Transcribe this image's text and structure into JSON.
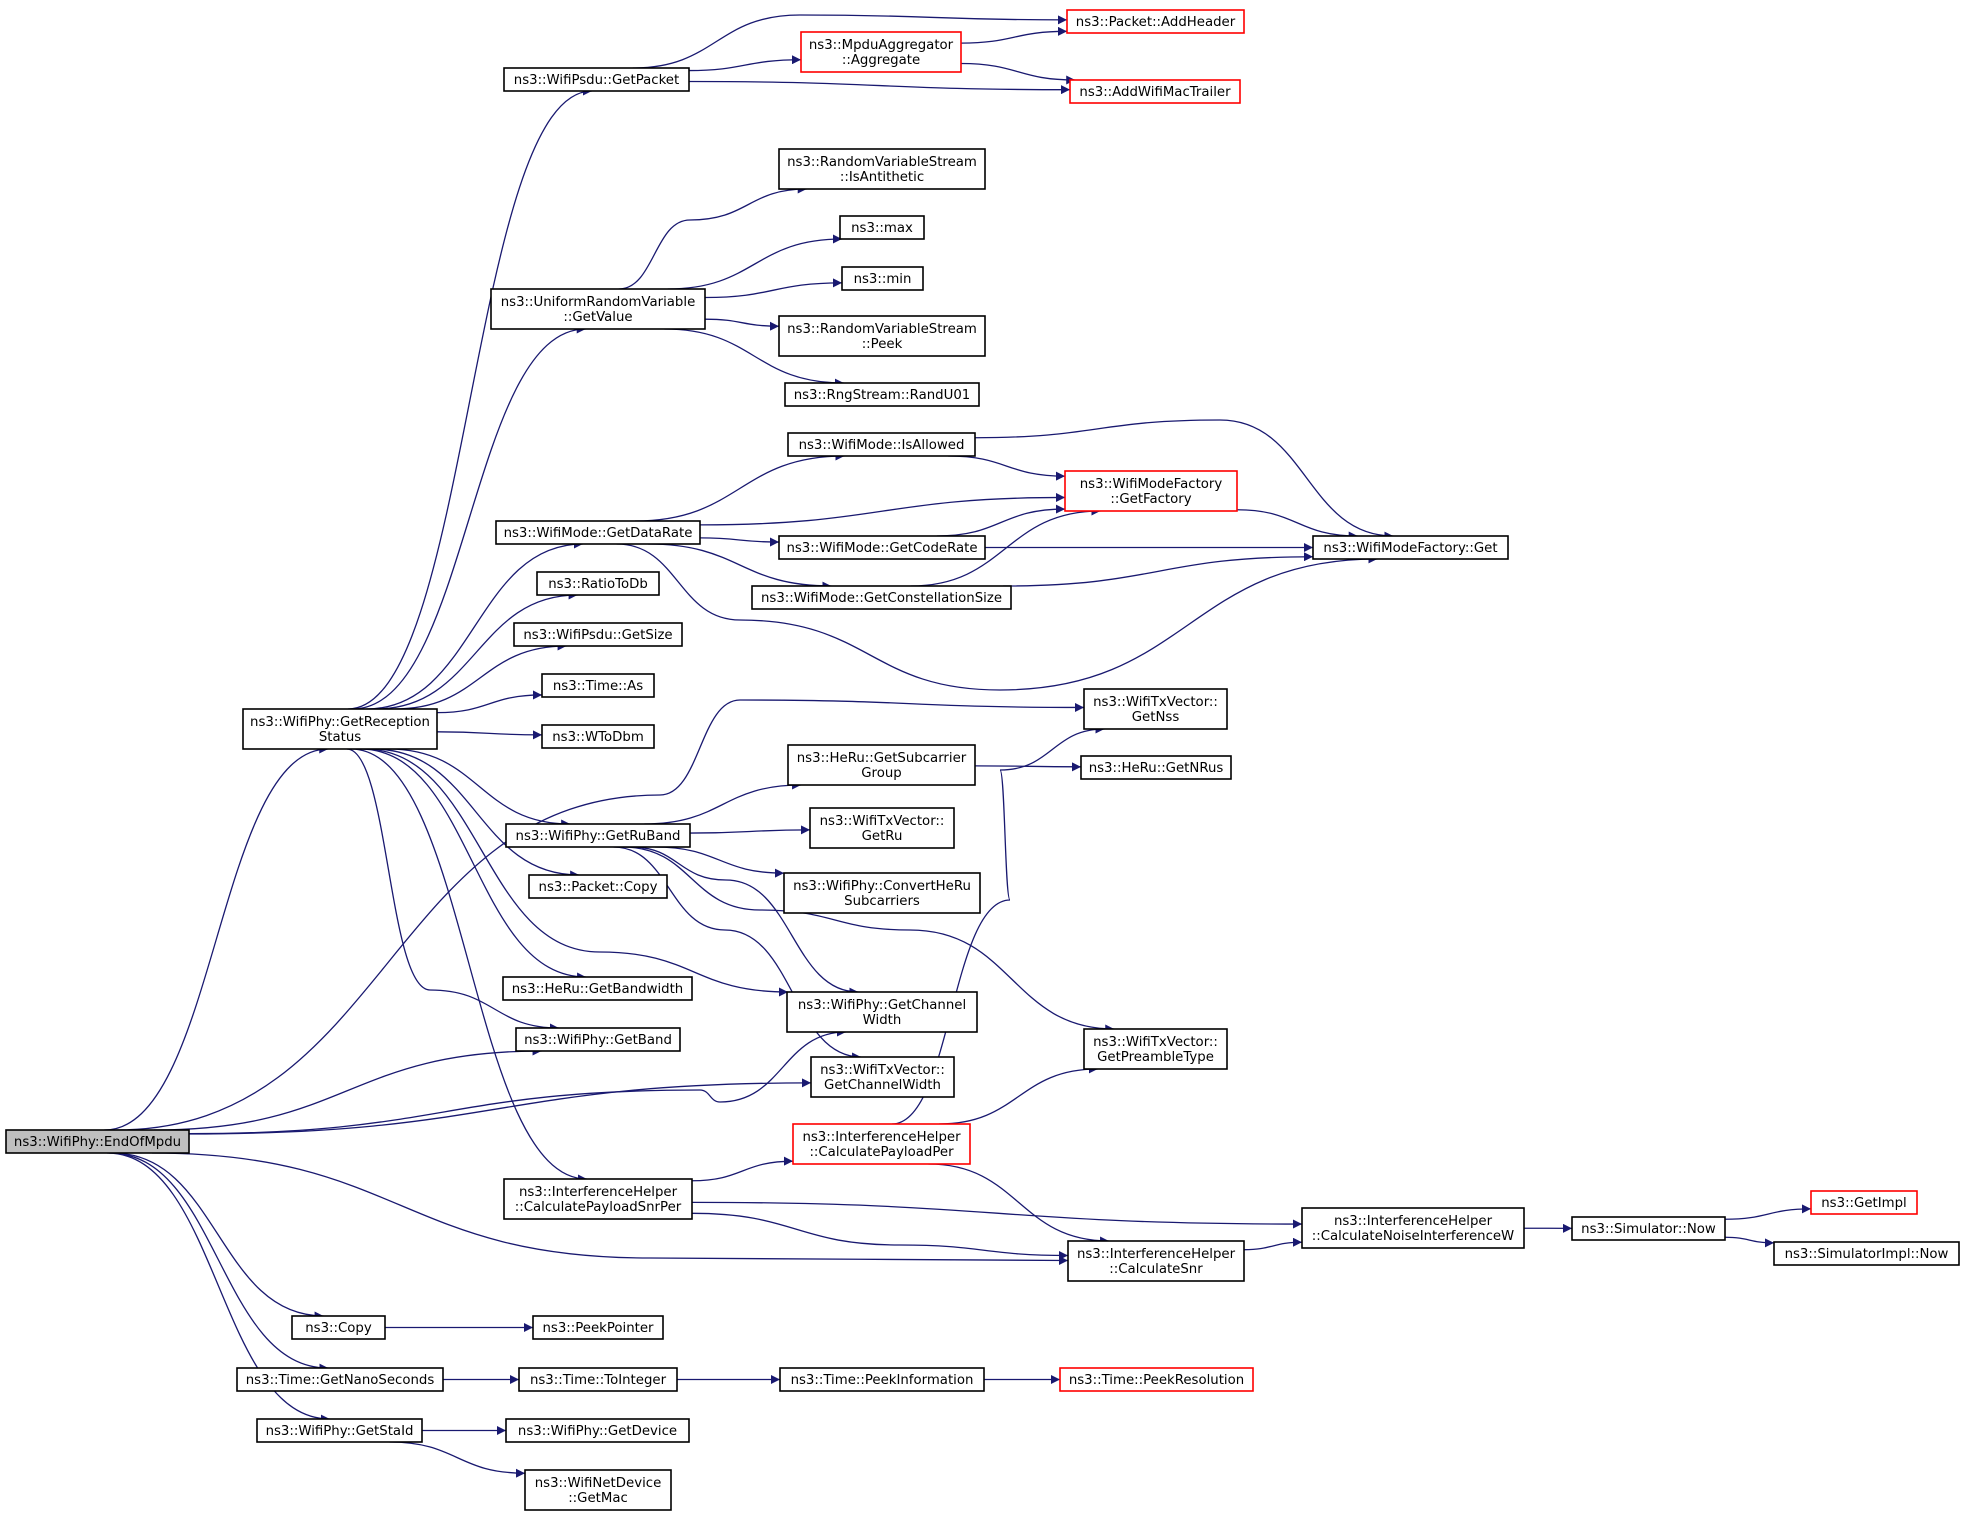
{
  "graph": {
    "colors": {
      "edge": "#191970",
      "root_fill": "#bfbfbf",
      "node_fill": "#ffffff",
      "node_border": "#000000",
      "truncated_border": "#ff0000"
    },
    "nodes": [
      {
        "id": "root",
        "lines": [
          "ns3::WifiPhy::EndOfMpdu"
        ],
        "style": "root"
      },
      {
        "id": "getRx",
        "lines": [
          "ns3::WifiPhy::GetReception",
          "Status"
        ],
        "style": "normal"
      },
      {
        "id": "copy",
        "lines": [
          "ns3::Copy"
        ],
        "style": "normal"
      },
      {
        "id": "getNano",
        "lines": [
          "ns3::Time::GetNanoSeconds"
        ],
        "style": "normal"
      },
      {
        "id": "getStaId",
        "lines": [
          "ns3::WifiPhy::GetStaId"
        ],
        "style": "normal"
      },
      {
        "id": "psduGetPacket",
        "lines": [
          "ns3::WifiPsdu::GetPacket"
        ],
        "style": "normal"
      },
      {
        "id": "uniGetValue",
        "lines": [
          "ns3::UniformRandomVariable",
          "::GetValue"
        ],
        "style": "normal"
      },
      {
        "id": "modeGetDataRate",
        "lines": [
          "ns3::WifiMode::GetDataRate"
        ],
        "style": "normal"
      },
      {
        "id": "ratioToDb",
        "lines": [
          "ns3::RatioToDb"
        ],
        "style": "normal"
      },
      {
        "id": "psduGetSize",
        "lines": [
          "ns3::WifiPsdu::GetSize"
        ],
        "style": "normal"
      },
      {
        "id": "timeAs",
        "lines": [
          "ns3::Time::As"
        ],
        "style": "normal"
      },
      {
        "id": "wToDbm",
        "lines": [
          "ns3::WToDbm"
        ],
        "style": "normal"
      },
      {
        "id": "getRuBand",
        "lines": [
          "ns3::WifiPhy::GetRuBand"
        ],
        "style": "normal"
      },
      {
        "id": "packetCopy",
        "lines": [
          "ns3::Packet::Copy"
        ],
        "style": "normal"
      },
      {
        "id": "heRuGetBandwidth",
        "lines": [
          "ns3::HeRu::GetBandwidth"
        ],
        "style": "normal"
      },
      {
        "id": "phyGetBand",
        "lines": [
          "ns3::WifiPhy::GetBand"
        ],
        "style": "normal"
      },
      {
        "id": "ihCalcPayloadSnrPer",
        "lines": [
          "ns3::InterferenceHelper",
          "::CalculatePayloadSnrPer"
        ],
        "style": "normal"
      },
      {
        "id": "peekPointer",
        "lines": [
          "ns3::PeekPointer"
        ],
        "style": "normal"
      },
      {
        "id": "toInteger",
        "lines": [
          "ns3::Time::ToInteger"
        ],
        "style": "normal"
      },
      {
        "id": "phyGetDevice",
        "lines": [
          "ns3::WifiPhy::GetDevice"
        ],
        "style": "normal"
      },
      {
        "id": "netDevGetMac",
        "lines": [
          "ns3::WifiNetDevice",
          "::GetMac"
        ],
        "style": "normal"
      },
      {
        "id": "mpduAggregate",
        "lines": [
          "ns3::MpduAggregator",
          "::Aggregate"
        ],
        "style": "truncated"
      },
      {
        "id": "addHeader",
        "lines": [
          "ns3::Packet::AddHeader"
        ],
        "style": "truncated"
      },
      {
        "id": "addTrailer",
        "lines": [
          "ns3::AddWifiMacTrailer"
        ],
        "style": "truncated"
      },
      {
        "id": "rvsIsAnti",
        "lines": [
          "ns3::RandomVariableStream",
          "::IsAntithetic"
        ],
        "style": "normal"
      },
      {
        "id": "max",
        "lines": [
          "ns3::max"
        ],
        "style": "normal"
      },
      {
        "id": "min",
        "lines": [
          "ns3::min"
        ],
        "style": "normal"
      },
      {
        "id": "rvsPeek",
        "lines": [
          "ns3::RandomVariableStream",
          "::Peek"
        ],
        "style": "normal"
      },
      {
        "id": "randU01",
        "lines": [
          "ns3::RngStream::RandU01"
        ],
        "style": "normal"
      },
      {
        "id": "modeIsAllowed",
        "lines": [
          "ns3::WifiMode::IsAllowed"
        ],
        "style": "normal"
      },
      {
        "id": "modeGetCodeRate",
        "lines": [
          "ns3::WifiMode::GetCodeRate"
        ],
        "style": "normal"
      },
      {
        "id": "modeGetConst",
        "lines": [
          "ns3::WifiMode::GetConstellationSize"
        ],
        "style": "normal"
      },
      {
        "id": "heRuGetSubGroup",
        "lines": [
          "ns3::HeRu::GetSubcarrier",
          "Group"
        ],
        "style": "normal"
      },
      {
        "id": "txGetRu",
        "lines": [
          "ns3::WifiTxVector::",
          "GetRu"
        ],
        "style": "normal"
      },
      {
        "id": "convertHeRu",
        "lines": [
          "ns3::WifiPhy::ConvertHeRu",
          "Subcarriers"
        ],
        "style": "normal"
      },
      {
        "id": "phyGetChWidth",
        "lines": [
          "ns3::WifiPhy::GetChannel",
          "Width"
        ],
        "style": "normal"
      },
      {
        "id": "txGetChWidth",
        "lines": [
          "ns3::WifiTxVector::",
          "GetChannelWidth"
        ],
        "style": "normal"
      },
      {
        "id": "ihCalcPayloadPer",
        "lines": [
          "ns3::InterferenceHelper",
          "::CalculatePayloadPer"
        ],
        "style": "truncated"
      },
      {
        "id": "peekInfo",
        "lines": [
          "ns3::Time::PeekInformation"
        ],
        "style": "normal"
      },
      {
        "id": "factoryGetFactory",
        "lines": [
          "ns3::WifiModeFactory",
          "::GetFactory"
        ],
        "style": "truncated"
      },
      {
        "id": "txGetNss",
        "lines": [
          "ns3::WifiTxVector::",
          "GetNss"
        ],
        "style": "normal"
      },
      {
        "id": "heRuGetNRus",
        "lines": [
          "ns3::HeRu::GetNRus"
        ],
        "style": "normal"
      },
      {
        "id": "txGetPreamble",
        "lines": [
          "ns3::WifiTxVector::",
          "GetPreambleType"
        ],
        "style": "normal"
      },
      {
        "id": "ihCalcSnr",
        "lines": [
          "ns3::InterferenceHelper",
          "::CalculateSnr"
        ],
        "style": "normal"
      },
      {
        "id": "peekResolution",
        "lines": [
          "ns3::Time::PeekResolution"
        ],
        "style": "truncated"
      },
      {
        "id": "factoryGet",
        "lines": [
          "ns3::WifiModeFactory::Get"
        ],
        "style": "normal"
      },
      {
        "id": "ihCalcNoise",
        "lines": [
          "ns3::InterferenceHelper",
          "::CalculateNoiseInterferenceW"
        ],
        "style": "normal"
      },
      {
        "id": "simNow",
        "lines": [
          "ns3::Simulator::Now"
        ],
        "style": "normal"
      },
      {
        "id": "getImpl",
        "lines": [
          "ns3::GetImpl"
        ],
        "style": "truncated"
      },
      {
        "id": "simImplNow",
        "lines": [
          "ns3::SimulatorImpl::Now"
        ],
        "style": "normal"
      }
    ],
    "edges": [
      [
        "root",
        "getRx"
      ],
      [
        "root",
        "copy"
      ],
      [
        "root",
        "getNano"
      ],
      [
        "root",
        "getStaId"
      ],
      [
        "root",
        "phyGetBand"
      ],
      [
        "root",
        "phyGetChWidth"
      ],
      [
        "root",
        "txGetChWidth"
      ],
      [
        "root",
        "txGetNss"
      ],
      [
        "root",
        "ihCalcSnr"
      ],
      [
        "getRx",
        "psduGetPacket"
      ],
      [
        "getRx",
        "uniGetValue"
      ],
      [
        "getRx",
        "modeGetDataRate"
      ],
      [
        "getRx",
        "ratioToDb"
      ],
      [
        "getRx",
        "psduGetSize"
      ],
      [
        "getRx",
        "timeAs"
      ],
      [
        "getRx",
        "wToDbm"
      ],
      [
        "getRx",
        "getRuBand"
      ],
      [
        "getRx",
        "packetCopy"
      ],
      [
        "getRx",
        "heRuGetBandwidth"
      ],
      [
        "getRx",
        "phyGetBand"
      ],
      [
        "getRx",
        "phyGetChWidth"
      ],
      [
        "getRx",
        "ihCalcPayloadSnrPer"
      ],
      [
        "psduGetPacket",
        "addHeader"
      ],
      [
        "psduGetPacket",
        "mpduAggregate"
      ],
      [
        "psduGetPacket",
        "addTrailer"
      ],
      [
        "mpduAggregate",
        "addHeader"
      ],
      [
        "mpduAggregate",
        "addTrailer"
      ],
      [
        "uniGetValue",
        "rvsIsAnti"
      ],
      [
        "uniGetValue",
        "max"
      ],
      [
        "uniGetValue",
        "min"
      ],
      [
        "uniGetValue",
        "rvsPeek"
      ],
      [
        "uniGetValue",
        "randU01"
      ],
      [
        "modeGetDataRate",
        "modeIsAllowed"
      ],
      [
        "modeGetDataRate",
        "factoryGetFactory"
      ],
      [
        "modeGetDataRate",
        "modeGetCodeRate"
      ],
      [
        "modeGetDataRate",
        "modeGetConst"
      ],
      [
        "modeGetDataRate",
        "factoryGet"
      ],
      [
        "modeIsAllowed",
        "factoryGetFactory"
      ],
      [
        "modeIsAllowed",
        "factoryGet"
      ],
      [
        "modeGetCodeRate",
        "factoryGetFactory"
      ],
      [
        "modeGetCodeRate",
        "factoryGet"
      ],
      [
        "modeGetConst",
        "factoryGetFactory"
      ],
      [
        "modeGetConst",
        "factoryGet"
      ],
      [
        "factoryGetFactory",
        "factoryGet"
      ],
      [
        "getRuBand",
        "heRuGetSubGroup"
      ],
      [
        "getRuBand",
        "txGetRu"
      ],
      [
        "getRuBand",
        "convertHeRu"
      ],
      [
        "getRuBand",
        "phyGetChWidth"
      ],
      [
        "getRuBand",
        "txGetChWidth"
      ],
      [
        "getRuBand",
        "txGetPreamble"
      ],
      [
        "heRuGetSubGroup",
        "heRuGetNRus"
      ],
      [
        "ihCalcPayloadSnrPer",
        "ihCalcPayloadPer"
      ],
      [
        "ihCalcPayloadSnrPer",
        "ihCalcNoise"
      ],
      [
        "ihCalcPayloadSnrPer",
        "ihCalcSnr"
      ],
      [
        "ihCalcPayloadPer",
        "txGetNss"
      ],
      [
        "ihCalcPayloadPer",
        "txGetPreamble"
      ],
      [
        "ihCalcPayloadPer",
        "ihCalcSnr"
      ],
      [
        "ihCalcSnr",
        "ihCalcNoise"
      ],
      [
        "ihCalcNoise",
        "simNow"
      ],
      [
        "simNow",
        "getImpl"
      ],
      [
        "simNow",
        "simImplNow"
      ],
      [
        "copy",
        "peekPointer"
      ],
      [
        "getNano",
        "toInteger"
      ],
      [
        "toInteger",
        "peekInfo"
      ],
      [
        "peekInfo",
        "peekResolution"
      ],
      [
        "getStaId",
        "phyGetDevice"
      ],
      [
        "getStaId",
        "netDevGetMac"
      ]
    ]
  }
}
